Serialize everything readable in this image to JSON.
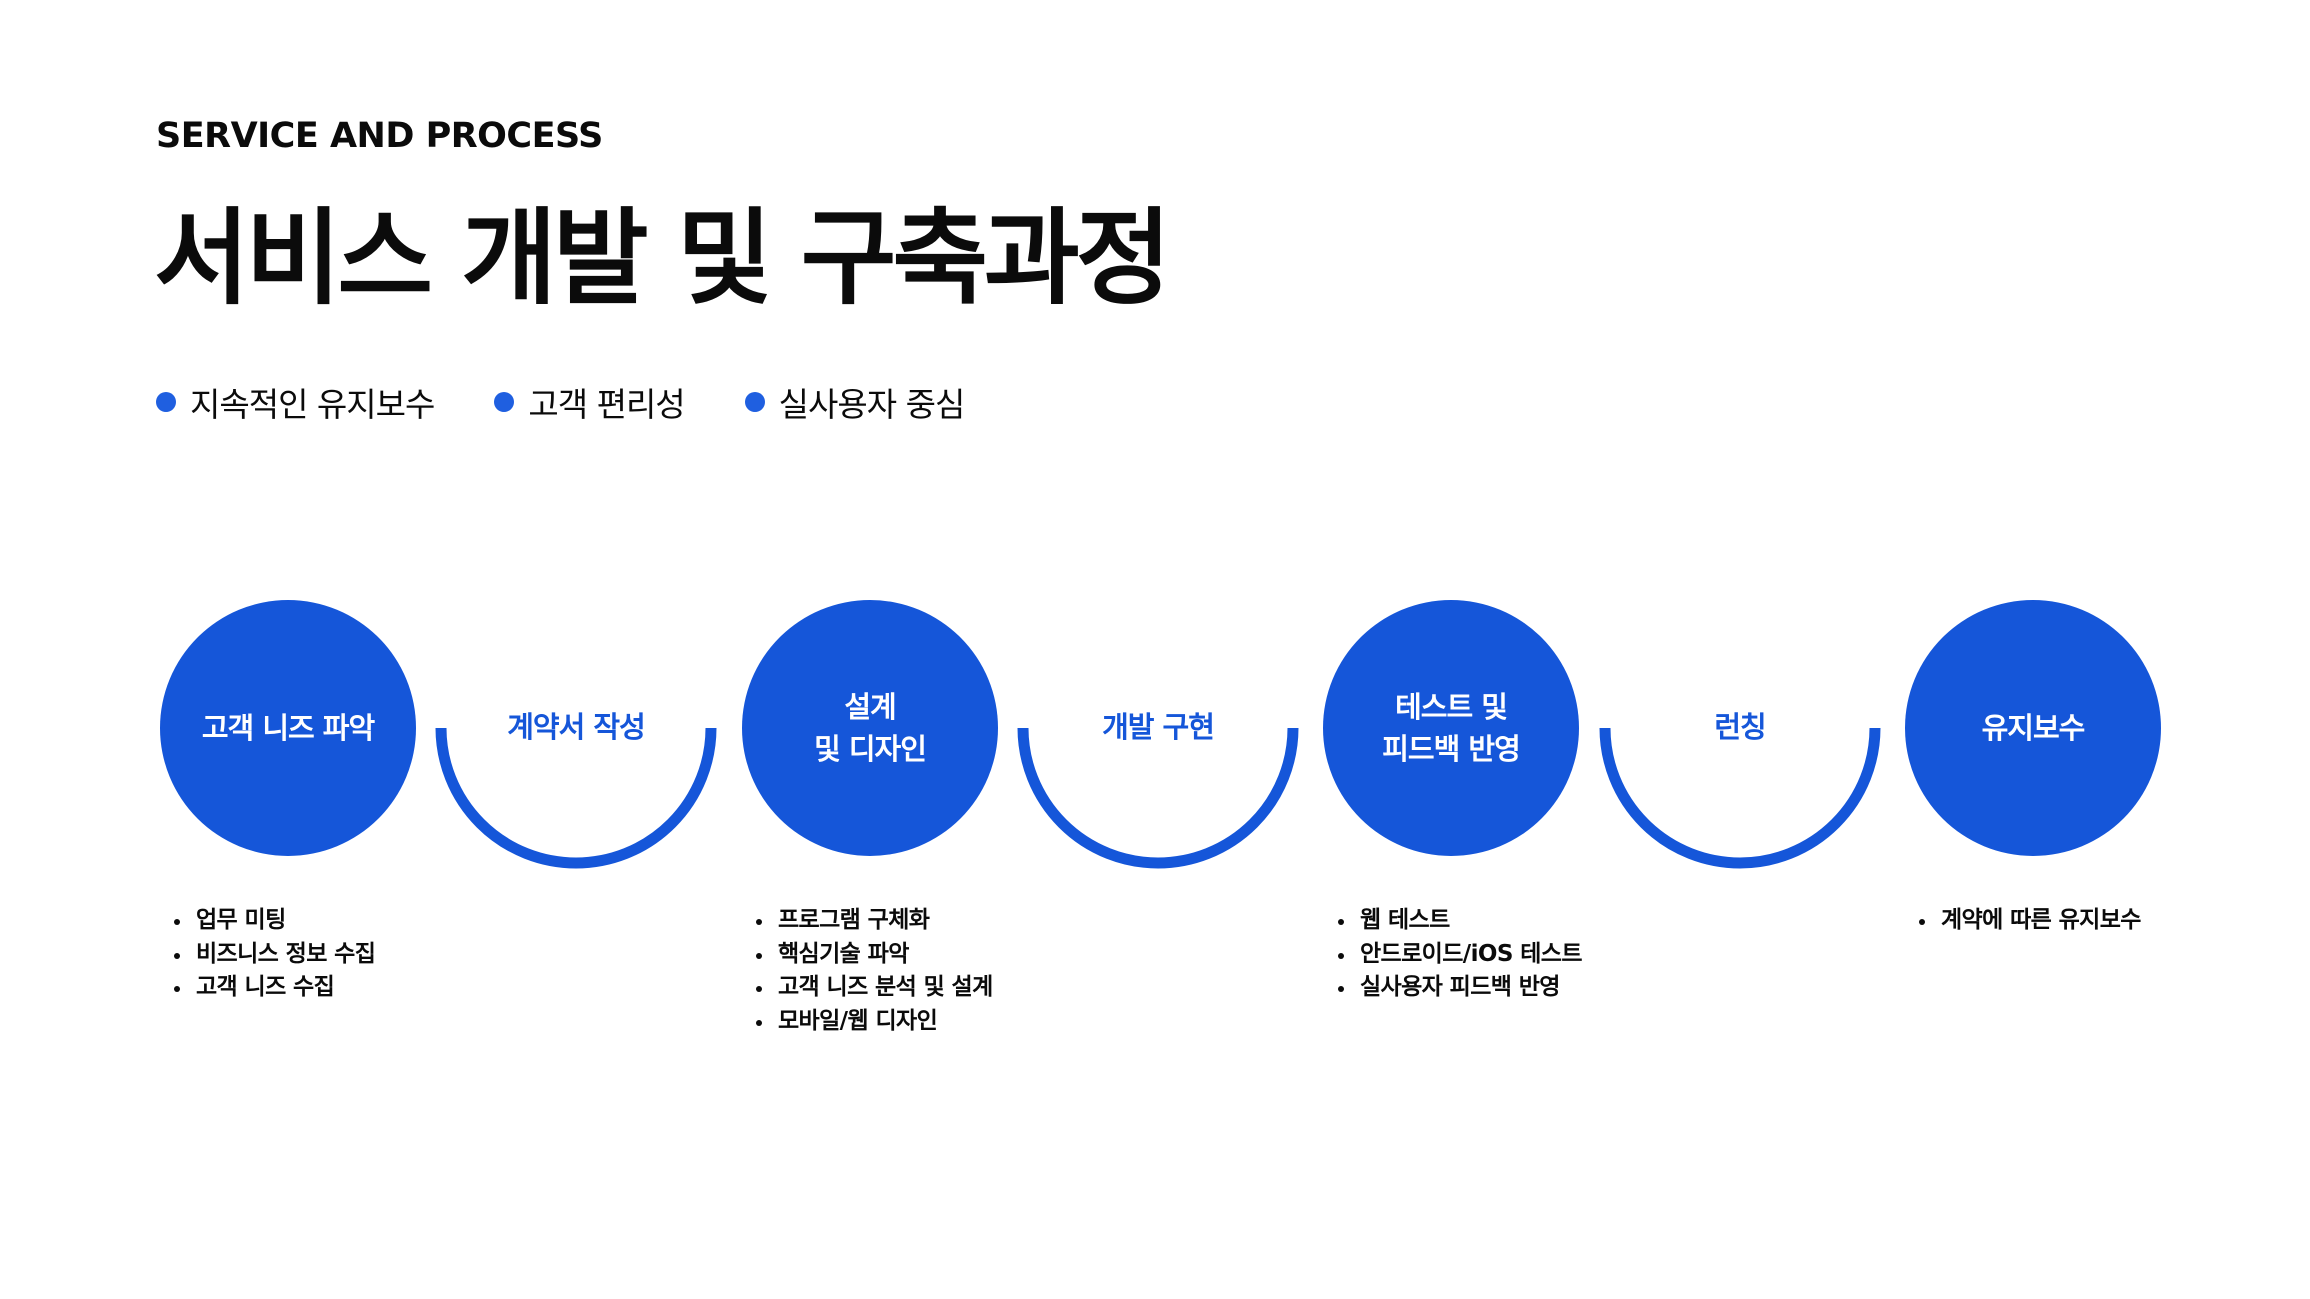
{
  "header": {
    "eyebrow": "SERVICE AND PROCESS",
    "title": "서비스 개발 및 구축과정"
  },
  "features": [
    {
      "label": "지속적인 유지보수"
    },
    {
      "label": "고객 편리성"
    },
    {
      "label": "실사용자 중심"
    }
  ],
  "colors": {
    "accent": "#1556d9",
    "bullet_dot": "#1f5fe0",
    "text": "#0b0b0b",
    "background": "#ffffff"
  },
  "process": {
    "steps": [
      {
        "lines": [
          "고객 니즈 파악"
        ],
        "details": [
          "업무 미팅",
          "비즈니스 정보 수집",
          "고객 니즈 수집"
        ]
      },
      {
        "lines": [
          "설계",
          "및 디자인"
        ],
        "details": [
          "프로그램 구체화",
          "핵심기술 파악",
          "고객 니즈 분석 및 설계",
          "모바일/웹 디자인"
        ]
      },
      {
        "lines": [
          "테스트 및",
          "피드백 반영"
        ],
        "details": [
          "웹 테스트",
          "안드로이드/iOS 테스트",
          "실사용자 피드백 반영"
        ]
      },
      {
        "lines": [
          "유지보수"
        ],
        "details": [
          "계약에 따른 유지보수"
        ]
      }
    ],
    "connectors": [
      {
        "label": "계약서 작성"
      },
      {
        "label": "개발 구현"
      },
      {
        "label": "런칭"
      }
    ]
  }
}
